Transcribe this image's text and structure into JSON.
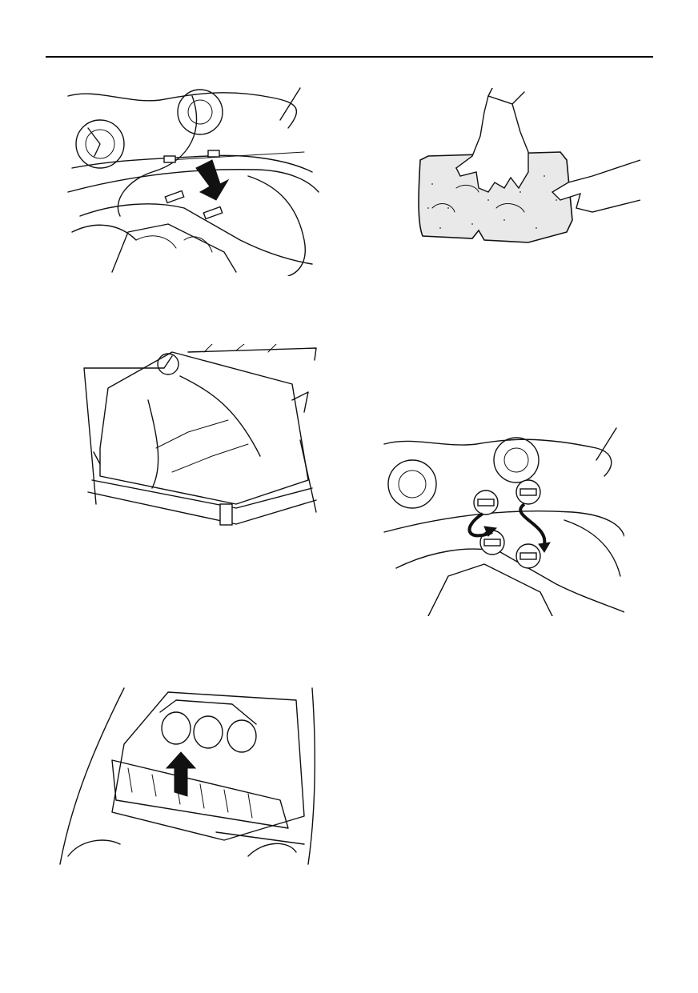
{
  "page": {
    "background": "#ffffff",
    "line_color": "#000000"
  },
  "figures": [
    {
      "id": "fig-1",
      "subject": "connector-clip-removal-illustration"
    },
    {
      "id": "fig-2",
      "subject": "hands-washing-air-filter-element-illustration"
    },
    {
      "id": "fig-3",
      "subject": "air-filter-case-cover-illustration"
    },
    {
      "id": "fig-4",
      "subject": "connector-clip-installation-illustration"
    },
    {
      "id": "fig-5",
      "subject": "air-filter-element-removal-illustration"
    }
  ]
}
